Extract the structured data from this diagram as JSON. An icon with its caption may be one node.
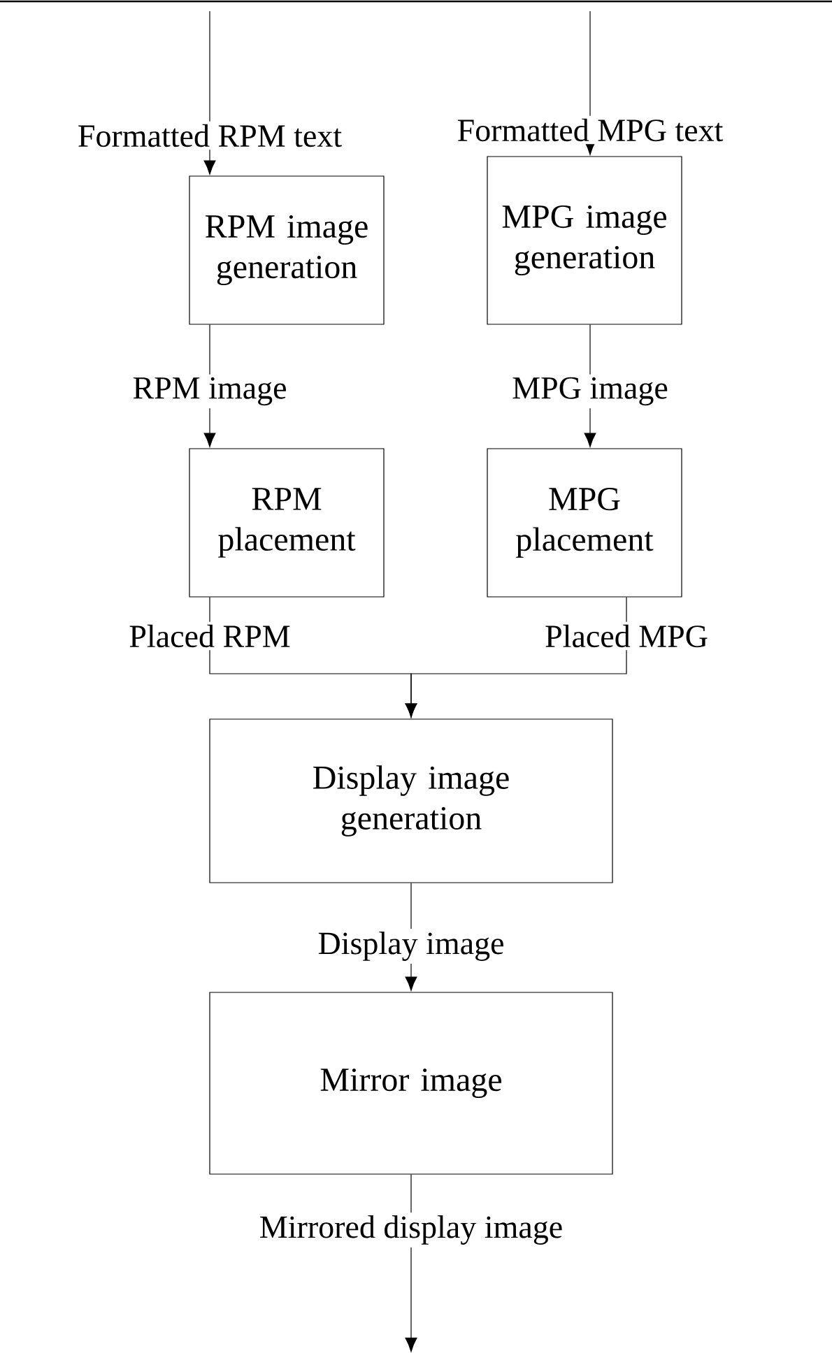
{
  "diagram": {
    "nodes": [
      {
        "text": [
          "RPM image generation"
        ]
      },
      {
        "text": [
          "MPG image generation"
        ]
      },
      {
        "text": [
          "RPM placement"
        ]
      },
      {
        "text": [
          "MPG placement"
        ]
      },
      {
        "text": [
          "Display image generation"
        ]
      },
      {
        "text": [
          "Mirror image"
        ]
      }
    ],
    "edges": [
      {
        "from": null,
        "to": 0,
        "arrow": "to",
        "label": "Formatted RPM text"
      },
      {
        "from": null,
        "to": 1,
        "arrow": "to",
        "label": "Formatted MPG text"
      },
      {
        "from": 0,
        "to": 2,
        "arrow": "to",
        "label": "RPM image"
      },
      {
        "from": 1,
        "to": 3,
        "arrow": "to",
        "label": "MPG image"
      },
      {
        "from": 2,
        "to": 4,
        "arrow": "to",
        "label": "Placed RPM"
      },
      {
        "from": 3,
        "to": 4,
        "arrow": "to",
        "label": "Placed MPG"
      },
      {
        "from": 4,
        "to": 5,
        "arrow": "to",
        "label": "Display image"
      },
      {
        "from": 5,
        "to": null,
        "arrow": "to",
        "label": "Mirrored display image"
      }
    ]
  }
}
